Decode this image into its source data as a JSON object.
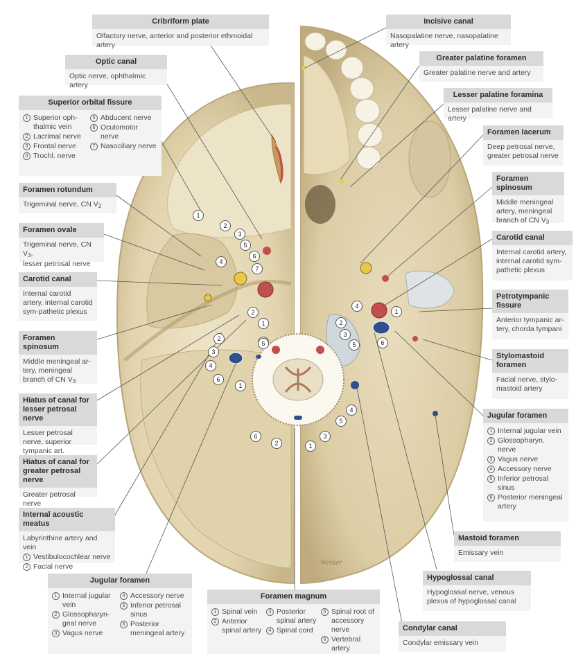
{
  "callouts": {
    "cribriform": {
      "title": "Cribriform plate",
      "text": "Olfactory nerve, anterior and posterior ethmoidal artery"
    },
    "optic": {
      "title": "Optic canal",
      "text": "Optic nerve, ophthalmic artery"
    },
    "superior_orbital": {
      "title": "Superior orbital fissure",
      "items": [
        "Superior oph-thalmic vein",
        "Lacrimal nerve",
        "Frontal nerve",
        "Trochl. nerve",
        "Abducent nerve",
        "Oculomotor nerve",
        "Nasociliary nerve"
      ]
    },
    "rotundum": {
      "title": "Foramen rotundum",
      "text": "Trigeminal nerve, CN V",
      "sub": "2"
    },
    "ovale": {
      "title": "Foramen ovale",
      "text1": "Trigeminal nerve, CN V",
      "sub": "3",
      "text2": "lesser petrosal nerve"
    },
    "carotid_left": {
      "title": "Carotid canal",
      "text": "Internal carotid artery, internal carotid sym-pathetic plexus"
    },
    "spinosum_left": {
      "title": "Foramen spinosum",
      "text": "Middle meningeal ar-tery, meningeal branch of CN V",
      "sub": "3"
    },
    "hiatus_lesser": {
      "title": "Hiatus of canal for lesser petrosal nerve",
      "text": "Lesser petrosal nerve, superior tympanic art."
    },
    "hiatus_greater": {
      "title": "Hiatus of canal for greater petrosal nerve",
      "text": "Greater petrosal nerve"
    },
    "internal_acoustic": {
      "title": "Internal acoustic meatus",
      "text": "Labyrinthine artery and vein",
      "items": [
        "Vestibulocochlear nerve",
        "Facial nerve"
      ]
    },
    "jugular_bottom": {
      "title": "Jugular foramen",
      "items": [
        "Internal jugular vein",
        "Glossopharyn-geal nerve",
        "Vagus nerve",
        "Accessory nerve",
        "Inferior petrosal sinus",
        "Posterior meningeal artery"
      ]
    },
    "magnum": {
      "title": "Foramen magnum",
      "items": [
        "Spinal vein",
        "Anterior spinal artery",
        "Posterior spinal artery",
        "Spinal cord",
        "Spinal root of accessory nerve",
        "Vertebral artery"
      ]
    },
    "incisive": {
      "title": "Incisive canal",
      "text": "Nasopalatine nerve, nasopalatine artery"
    },
    "greater_palatine": {
      "title": "Greater palatine foramen",
      "text": "Greater palatine nerve and artery"
    },
    "lesser_palatine": {
      "title": "Lesser palatine foramina",
      "text": "Lesser palatine nerve and artery"
    },
    "lacerum": {
      "title": "Foramen lacerum",
      "text": "Deep petrosal nerve, greater petrosal nerve"
    },
    "spinosum_right": {
      "title": "Foramen spinosum",
      "text": "Middle meningeal artery, meningeal branch of CN V",
      "sub": "3"
    },
    "carotid_right": {
      "title": "Carotid canal",
      "text": "Internal carotid artery, internal carotid sym-pathetic plexus"
    },
    "petrotympanic": {
      "title": "Petrotympanic fissure",
      "text": "Anterior tympanic ar-tery, chorda tympani"
    },
    "stylomastoid": {
      "title": "Stylomastoid foramen",
      "text": "Facial nerve, stylo-mastoid artery"
    },
    "jugular_right": {
      "title": "Jugular foramen",
      "items": [
        "Internal jugular vein",
        "Glossopharyn. nerve",
        "Vagus nerve",
        "Accessory nerve",
        "Inferior petrosal sinus",
        "Posterior meningeal artery"
      ]
    },
    "mastoid": {
      "title": "Mastoid foramen",
      "text": "Emissary vein"
    },
    "hypoglossal": {
      "title": "Hypoglossal canal",
      "text": "Hypoglossal nerve, venous plexus of hypoglossal canal"
    },
    "condylar": {
      "title": "Condylar canal",
      "text": "Condylar emissary vein"
    }
  },
  "numerals": [
    "1",
    "2",
    "3",
    "4",
    "5",
    "6",
    "7"
  ],
  "signature": "Wesker",
  "colors": {
    "bone": "#e8dcbc",
    "bone_shadow": "#c9b88e",
    "callout_bg": "#f3f3f3",
    "title_bg": "#d9d9d9",
    "artery": "#c0504d",
    "vein": "#2f4f8f",
    "nerve": "#e7c84a"
  }
}
